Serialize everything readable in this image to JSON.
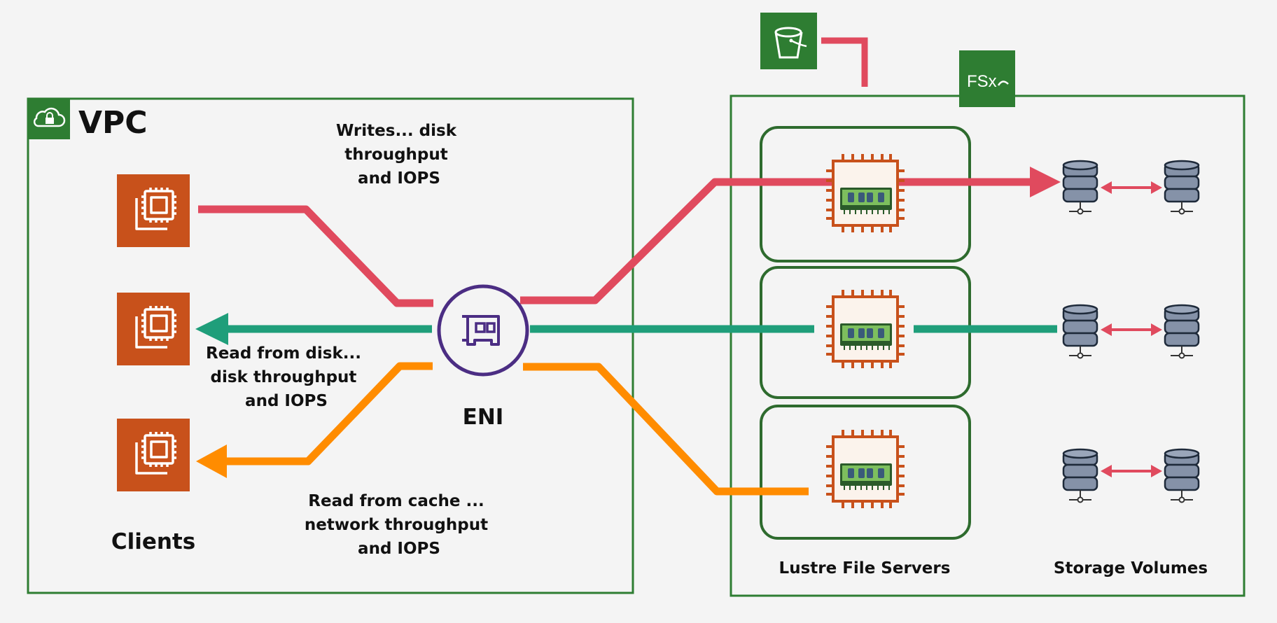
{
  "vpc": {
    "title": "VPC"
  },
  "clients": {
    "label": "Clients"
  },
  "eni": {
    "label": "ENI"
  },
  "flows": {
    "write": {
      "lines": [
        "Writes... disk",
        "throughput",
        "and IOPS"
      ]
    },
    "read_disk": {
      "lines": [
        "Read from disk...",
        "disk throughput",
        "and IOPS"
      ]
    },
    "read_cache": {
      "lines": [
        "Read from cache ...",
        "network throughput",
        "and IOPS"
      ]
    }
  },
  "fsx": {
    "logo_text": "FSx"
  },
  "servers": {
    "label": "Lustre File Servers"
  },
  "storage": {
    "label": "Storage Volumes"
  },
  "colors": {
    "write": "#e04a5e",
    "read_disk": "#1f9e7a",
    "read_cache": "#ff8c00",
    "aws_green": "#2e7d32",
    "compute_orange": "#c8511b",
    "eni_purple": "#4b2d83",
    "db_fill": "#8592a8"
  },
  "icons": {
    "client": "ec2-instance-icon",
    "eni": "network-interface-icon",
    "server": "processor-chip-icon",
    "storage": "database-icon",
    "bucket": "s3-bucket-icon",
    "vpc": "cloud-lock-icon"
  }
}
